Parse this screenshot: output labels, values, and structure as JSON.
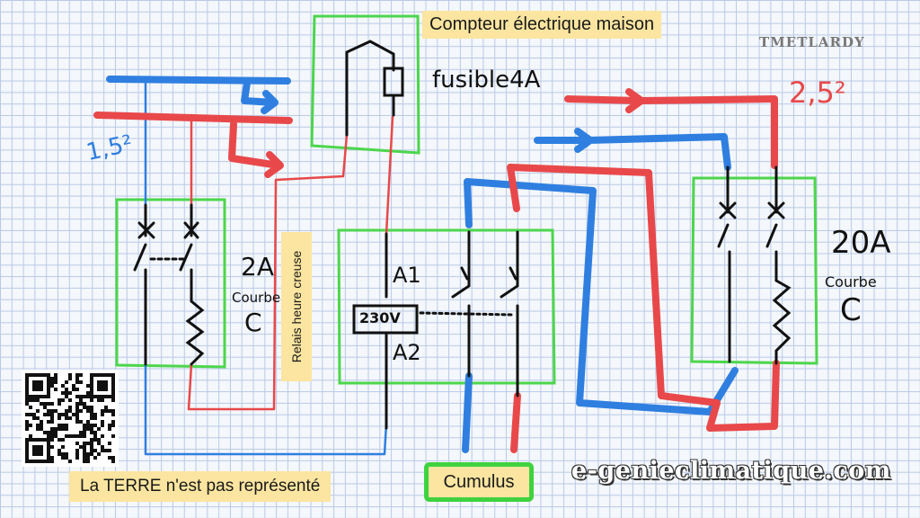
{
  "labels": {
    "compteur": "Compteur électrique maison",
    "relais": "Relais heure creuse",
    "terre_note": "La TERRE n'est pas représenté",
    "cumulus": "Cumulus",
    "watermark": "TMETLARDY",
    "brand": "e-genieclimatique.com"
  },
  "handwriting": {
    "fusible": "fusible4A",
    "section_left": "1,5²",
    "section_right": "2,5²",
    "breaker_left_rating": "2A",
    "breaker_left_curve_word": "Courbe",
    "breaker_left_curve": "C",
    "breaker_right_rating": "20A",
    "breaker_right_curve_word": "Courbe",
    "breaker_right_curve": "C",
    "contactor_a1": "A1",
    "contactor_a2": "A2",
    "contactor_voltage": "230V"
  },
  "colors": {
    "phase": "#e8484a",
    "neutral": "#2f7fe0",
    "frame": "#4cd64c",
    "label_bg": "#fbe5a0"
  }
}
